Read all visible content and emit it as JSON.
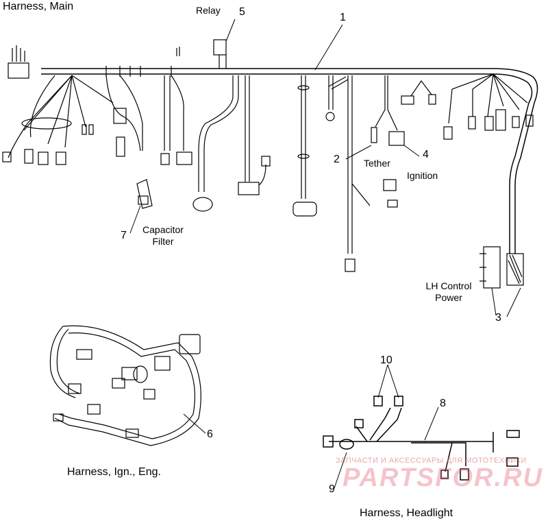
{
  "titles": {
    "main": "Harness, Main",
    "ign_eng": "Harness, Ign., Eng.",
    "headlight": "Harness, Headlight"
  },
  "labels": {
    "relay": "Relay",
    "tether": "Tether",
    "ignition": "Ignition",
    "capacitor_line1": "Capacitor",
    "capacitor_line2": "Filter",
    "lh_line1": "LH Control",
    "lh_line2": "Power"
  },
  "callouts": [
    "1",
    "2",
    "3",
    "4",
    "5",
    "6",
    "7",
    "8",
    "9",
    "10"
  ],
  "watermark": {
    "line1": "ЗАПЧАСТИ И АКСЕССУАРЫ ДЛЯ МОТОТЕХНИКИ",
    "brand": "PARTSFOR.RU"
  }
}
